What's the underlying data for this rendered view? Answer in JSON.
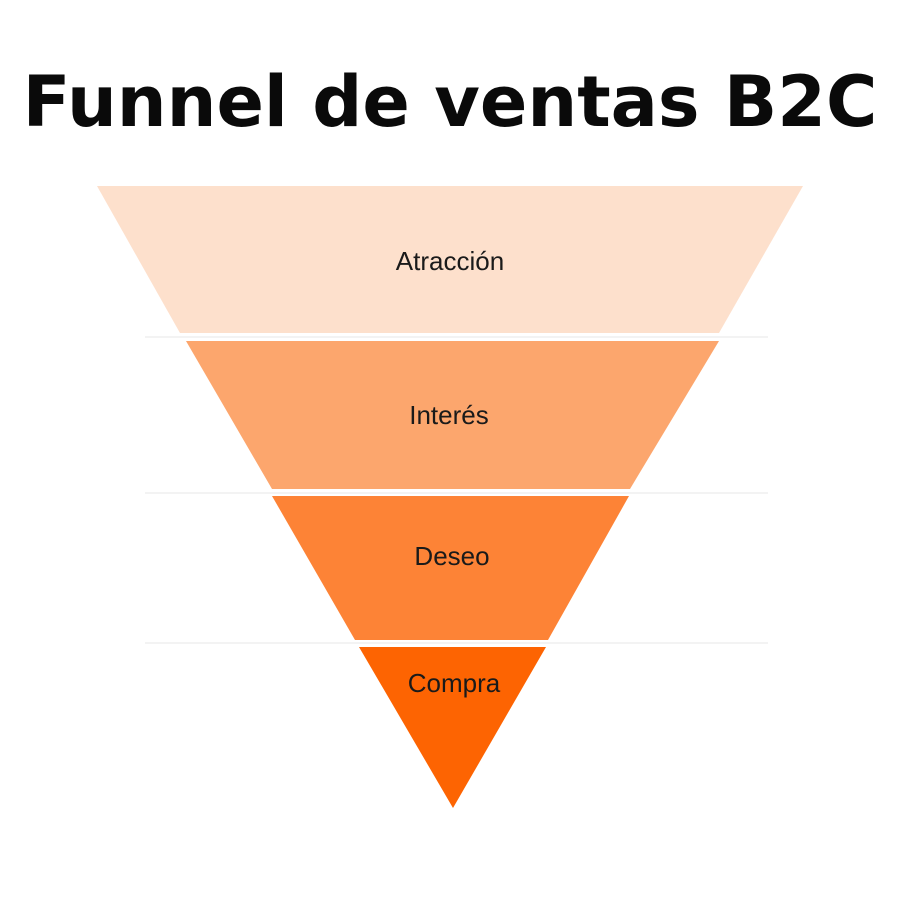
{
  "title": "Funnel de ventas B2C",
  "stages": [
    {
      "label": "Atracción",
      "color": "#fde0cc"
    },
    {
      "label": "Interés",
      "color": "#fca66d"
    },
    {
      "label": "Deseo",
      "color": "#fd8336"
    },
    {
      "label": "Compra",
      "color": "#fd6402"
    }
  ],
  "separator_color": "#f3f3f3"
}
